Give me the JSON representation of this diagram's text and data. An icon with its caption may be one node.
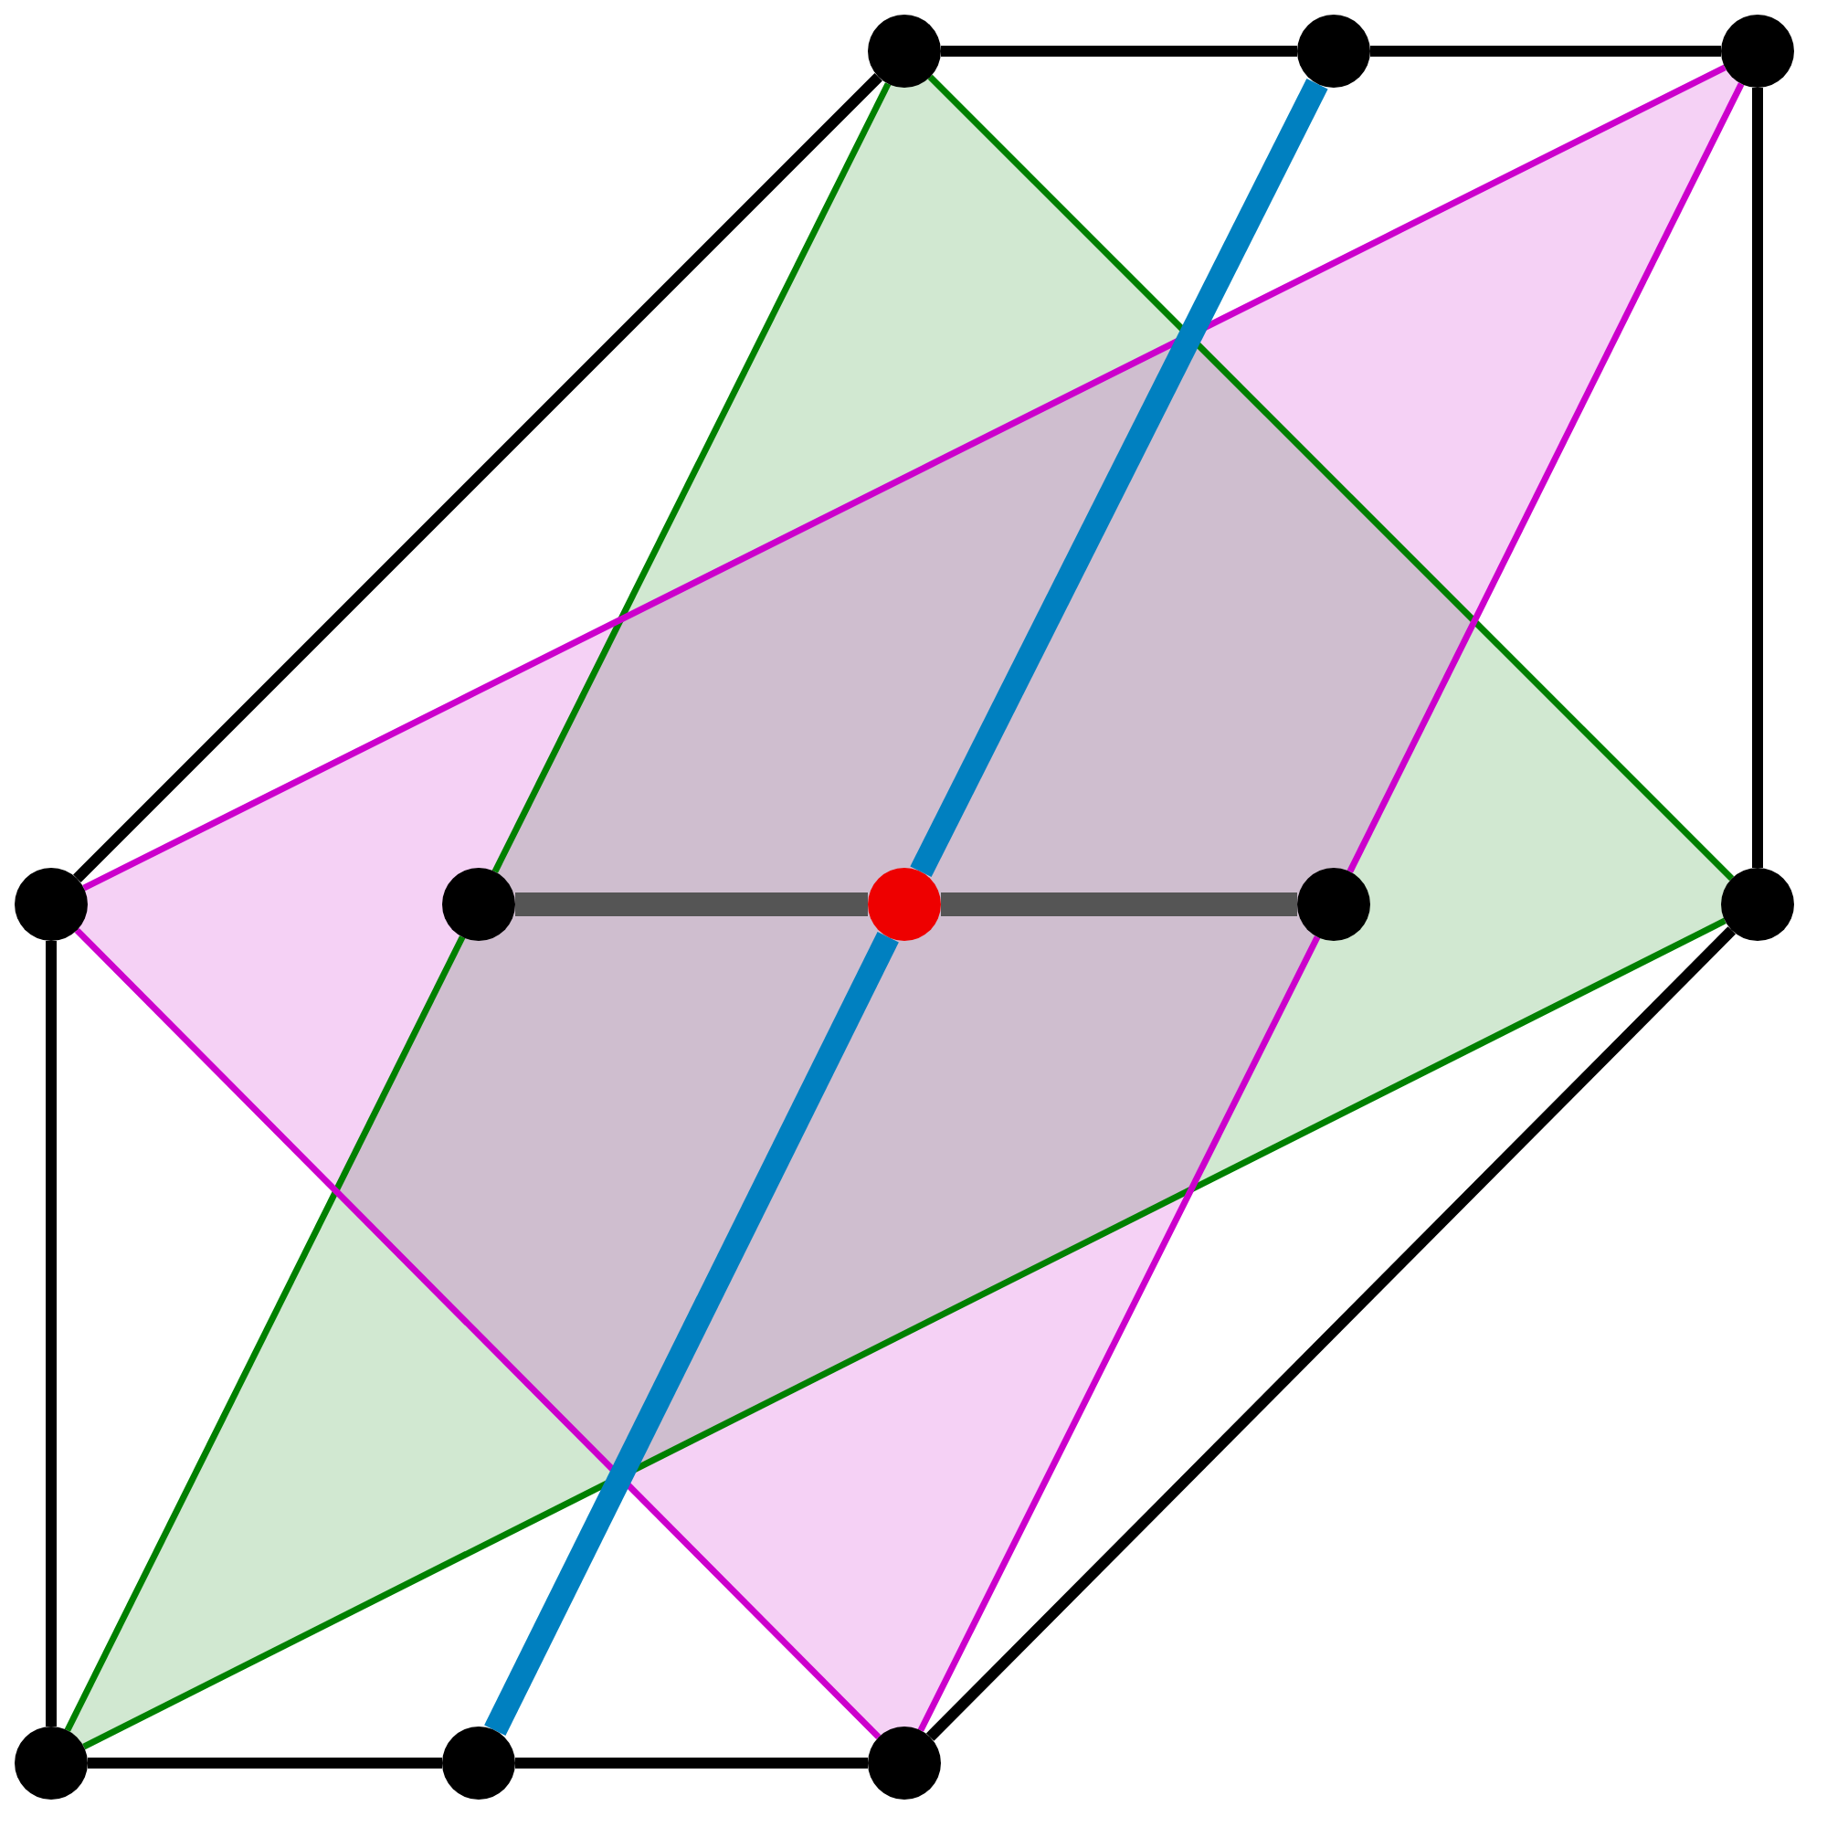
{
  "diagram": {
    "nodes": [
      {
        "text": [],
        "shape": "circle"
      },
      {
        "text": [],
        "shape": "circle"
      },
      {
        "text": [],
        "shape": "circle"
      },
      {
        "text": [],
        "shape": "circle"
      },
      {
        "text": [],
        "shape": "circle"
      },
      {
        "text": [],
        "shape": "circle"
      },
      {
        "text": [],
        "shape": "circle"
      },
      {
        "text": [],
        "shape": "circle"
      },
      {
        "text": [],
        "shape": "circle"
      },
      {
        "text": [],
        "shape": "circle"
      },
      {
        "text": [],
        "shape": "circle"
      }
    ],
    "edges": [
      {
        "from": 0,
        "to": 1,
        "arrow": "none"
      },
      {
        "from": 1,
        "to": 2,
        "arrow": "none"
      },
      {
        "from": 2,
        "to": 7,
        "arrow": "none"
      },
      {
        "from": 7,
        "to": 10,
        "arrow": "none"
      },
      {
        "from": 10,
        "to": 9,
        "arrow": "none"
      },
      {
        "from": 9,
        "to": 8,
        "arrow": "none"
      },
      {
        "from": 8,
        "to": 3,
        "arrow": "none"
      },
      {
        "from": 3,
        "to": 0,
        "arrow": "none"
      },
      {
        "from": 0,
        "to": 4,
        "arrow": "none",
        "color": "#008000"
      },
      {
        "from": 4,
        "to": 8,
        "arrow": "none",
        "color": "#008000"
      },
      {
        "from": 8,
        "to": 7,
        "arrow": "none",
        "color": "#008000"
      },
      {
        "from": 7,
        "to": 0,
        "arrow": "none",
        "color": "#008000"
      },
      {
        "from": 3,
        "to": 2,
        "arrow": "none",
        "color": "#cc00cc"
      },
      {
        "from": 2,
        "to": 6,
        "arrow": "none",
        "color": "#cc00cc"
      },
      {
        "from": 6,
        "to": 10,
        "arrow": "none",
        "color": "#cc00cc"
      },
      {
        "from": 10,
        "to": 3,
        "arrow": "none",
        "color": "#cc00cc"
      },
      {
        "from": 1,
        "to": 5,
        "arrow": "none",
        "style": "thick",
        "color": "#0080c0"
      },
      {
        "from": 5,
        "to": 9,
        "arrow": "none",
        "style": "thick",
        "color": "#0080c0"
      },
      {
        "from": 4,
        "to": 5,
        "arrow": "none",
        "style": "thick",
        "color": "#555555"
      },
      {
        "from": 5,
        "to": 6,
        "arrow": "none",
        "style": "thick",
        "color": "#555555"
      }
    ]
  }
}
